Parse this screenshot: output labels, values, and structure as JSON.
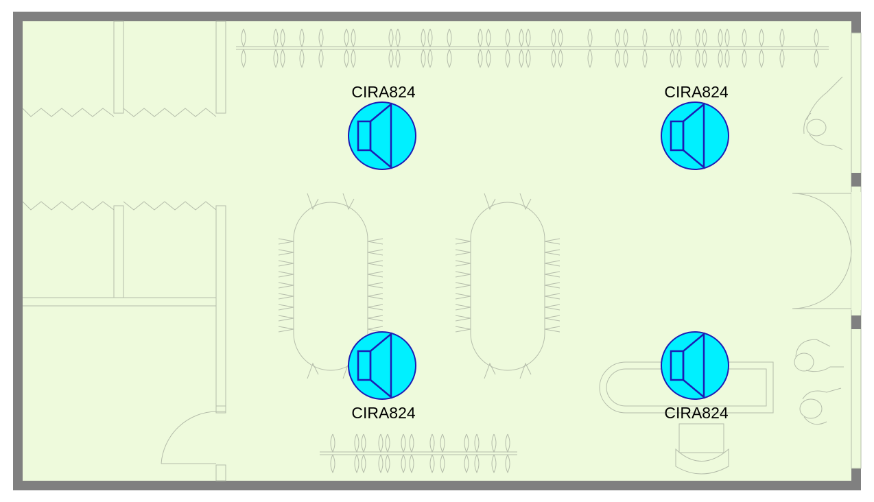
{
  "speakers": [
    {
      "label": "CIRA824"
    },
    {
      "label": "CIRA824"
    },
    {
      "label": "CIRA824"
    },
    {
      "label": "CIRA824"
    }
  ],
  "colors": {
    "wall": "#808080",
    "floor": "#eefadc",
    "linework": "#b4bcaa",
    "speaker_fill": "#00f0ff",
    "speaker_stroke": "#1c1cb4"
  },
  "icons": {
    "speaker": "speaker-icon"
  }
}
